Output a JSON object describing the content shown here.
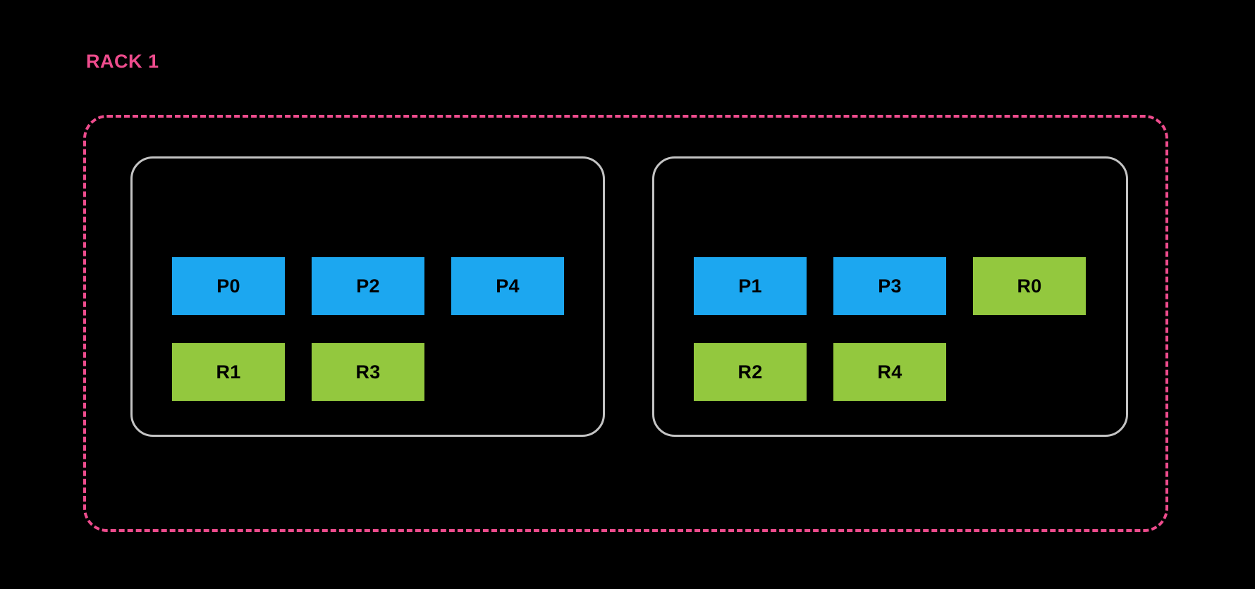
{
  "diagram": {
    "background_color": "#000000",
    "rack": {
      "label": "RACK 1",
      "label_color": "#ee4c8d",
      "boundary_color": "#ee4c8d",
      "boundary_style": "dashed"
    },
    "legend_colors": {
      "primary": "#1ca7f0",
      "replica": "#93c83e",
      "panel_border": "#c4c4c4"
    },
    "brokers": [
      {
        "name": "broker-left",
        "rows": [
          {
            "name": "primary-row",
            "boxes": [
              {
                "label": "P0",
                "kind": "primary"
              },
              {
                "label": "P2",
                "kind": "primary"
              },
              {
                "label": "P4",
                "kind": "primary"
              }
            ]
          },
          {
            "name": "replica-row",
            "boxes": [
              {
                "label": "R1",
                "kind": "replica"
              },
              {
                "label": "R3",
                "kind": "replica"
              }
            ]
          }
        ]
      },
      {
        "name": "broker-right",
        "rows": [
          {
            "name": "primary-row",
            "boxes": [
              {
                "label": "P1",
                "kind": "primary"
              },
              {
                "label": "P3",
                "kind": "primary"
              },
              {
                "label": "R0",
                "kind": "replica"
              }
            ]
          },
          {
            "name": "replica-row",
            "boxes": [
              {
                "label": "R2",
                "kind": "replica"
              },
              {
                "label": "R4",
                "kind": "replica"
              }
            ]
          }
        ]
      }
    ]
  }
}
